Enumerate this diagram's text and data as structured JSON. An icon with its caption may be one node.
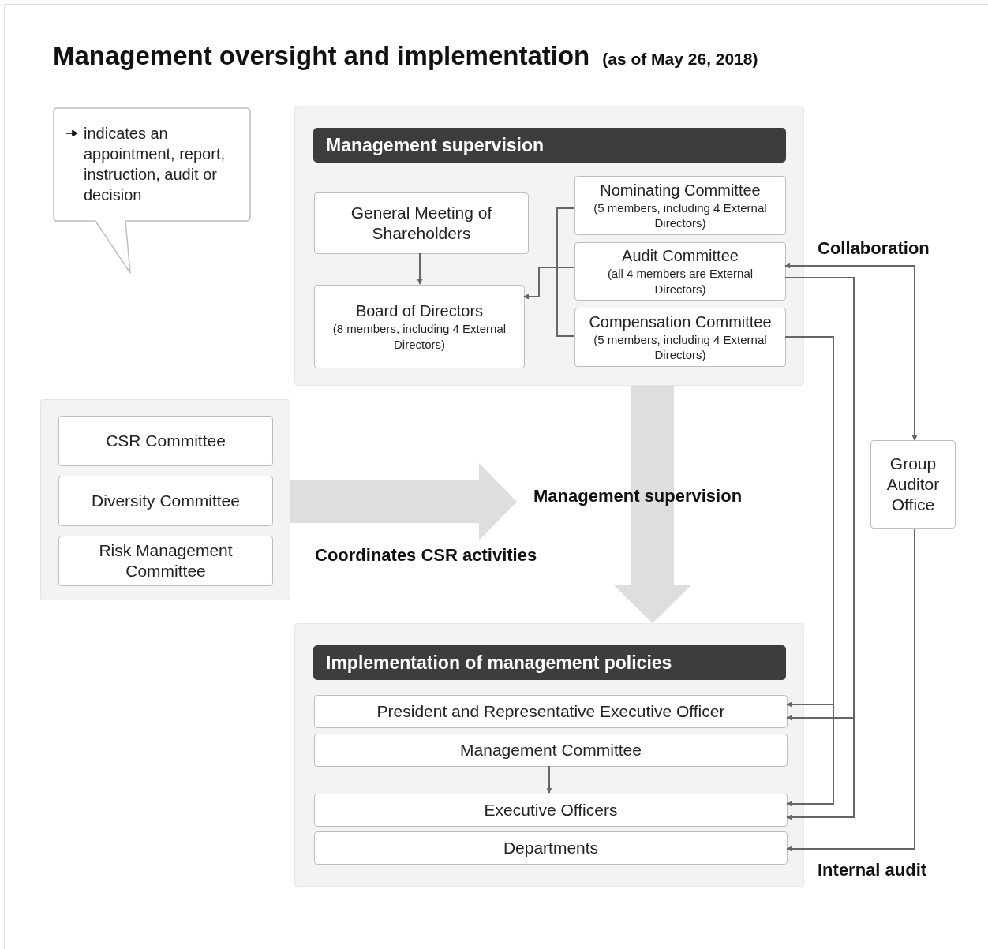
{
  "diagram": {
    "title": "Management oversight and implementation",
    "nodes": [
      {
        "text": [
          "Management supervision"
        ]
      },
      {
        "text": [
          "General Meeting of Shareholders"
        ],
        "in": 0
      },
      {
        "text": [
          "Board of Directors",
          "(8 members, including 4 External Directors)"
        ],
        "in": 0
      },
      {
        "text": [
          "Nominating Committee",
          "(5 members, including 4 External Directors)"
        ],
        "in": 0
      },
      {
        "text": [
          "Audit Committee",
          "(all 4 members are External Directors)"
        ],
        "in": 0
      },
      {
        "text": [
          "Compensation Committee",
          "(5 members, including 4 External Directors)"
        ],
        "in": 0
      },
      {
        "text": [],
        "shape": "box"
      },
      {
        "text": [
          "CSR Committee"
        ],
        "in": 6
      },
      {
        "text": [
          "Diversity Committee"
        ],
        "in": 6
      },
      {
        "text": [
          "Risk Management Committee"
        ],
        "in": 6
      },
      {
        "text": [
          "Implementation of management policies"
        ]
      },
      {
        "text": [
          "President and Representative Executive Officer"
        ],
        "in": 10
      },
      {
        "text": [
          "Management Committee"
        ],
        "in": 10
      },
      {
        "text": [
          "Executive Officers"
        ],
        "in": 10
      },
      {
        "text": [
          "Departments"
        ],
        "in": 10
      },
      {
        "text": [
          "Group Auditor Office"
        ]
      }
    ],
    "edges": [
      {
        "from": 1,
        "to": 2,
        "arrow": "to"
      },
      {
        "from": 3,
        "to": 2,
        "arrow": "to"
      },
      {
        "from": 4,
        "to": 2,
        "arrow": "to"
      },
      {
        "from": 5,
        "to": 2,
        "arrow": "to"
      },
      {
        "from": 4,
        "to": 15,
        "arrow": "both",
        "label": "Collaboration"
      },
      {
        "from": 4,
        "to": 11,
        "arrow": "to"
      },
      {
        "from": 4,
        "to": 13,
        "arrow": "to"
      },
      {
        "from": 5,
        "to": 11,
        "arrow": "to"
      },
      {
        "from": 5,
        "to": 13,
        "arrow": "to"
      },
      {
        "from": 15,
        "to": 14,
        "arrow": "to",
        "label": "Internal audit"
      },
      {
        "from": 12,
        "to": 13,
        "arrow": "to"
      },
      {
        "from": 0,
        "to": 10,
        "arrow": "to",
        "label": "Management supervision",
        "style": "thick",
        "color": "#dedede"
      },
      {
        "from": 6,
        "to": null,
        "arrow": "to",
        "label": "Coordinates CSR activities",
        "style": "thick",
        "color": "#dedede"
      }
    ],
    "labels": [
      "(as of May 26, 2018)"
    ],
    "legend": [
      {
        "text": "indicates an appointment, report, instruction, audit or decision"
      }
    ]
  }
}
